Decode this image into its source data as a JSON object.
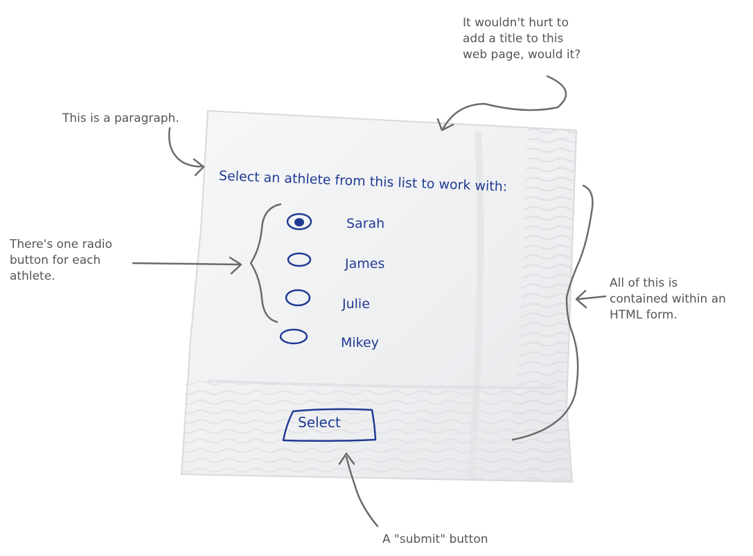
{
  "annotations": {
    "title_note": "It wouldn't hurt to\nadd a title to this\nweb page, would it?",
    "paragraph_note": "This is a paragraph.",
    "radio_note": "There's one radio\nbutton for each\nathlete.",
    "form_note": "All of this is\ncontained within an\nHTML form.",
    "submit_note": "A \"submit\" button"
  },
  "form": {
    "prompt": "Select an athlete from this list to work with:",
    "options": [
      {
        "label": "Sarah",
        "selected": true
      },
      {
        "label": "James",
        "selected": false
      },
      {
        "label": "Julie",
        "selected": false
      },
      {
        "label": "Mikey",
        "selected": false
      }
    ],
    "submit_label": "Select"
  },
  "colors": {
    "ink": "#1f3a93",
    "annotation": "#555555",
    "napkin": "#f1f2f3"
  }
}
